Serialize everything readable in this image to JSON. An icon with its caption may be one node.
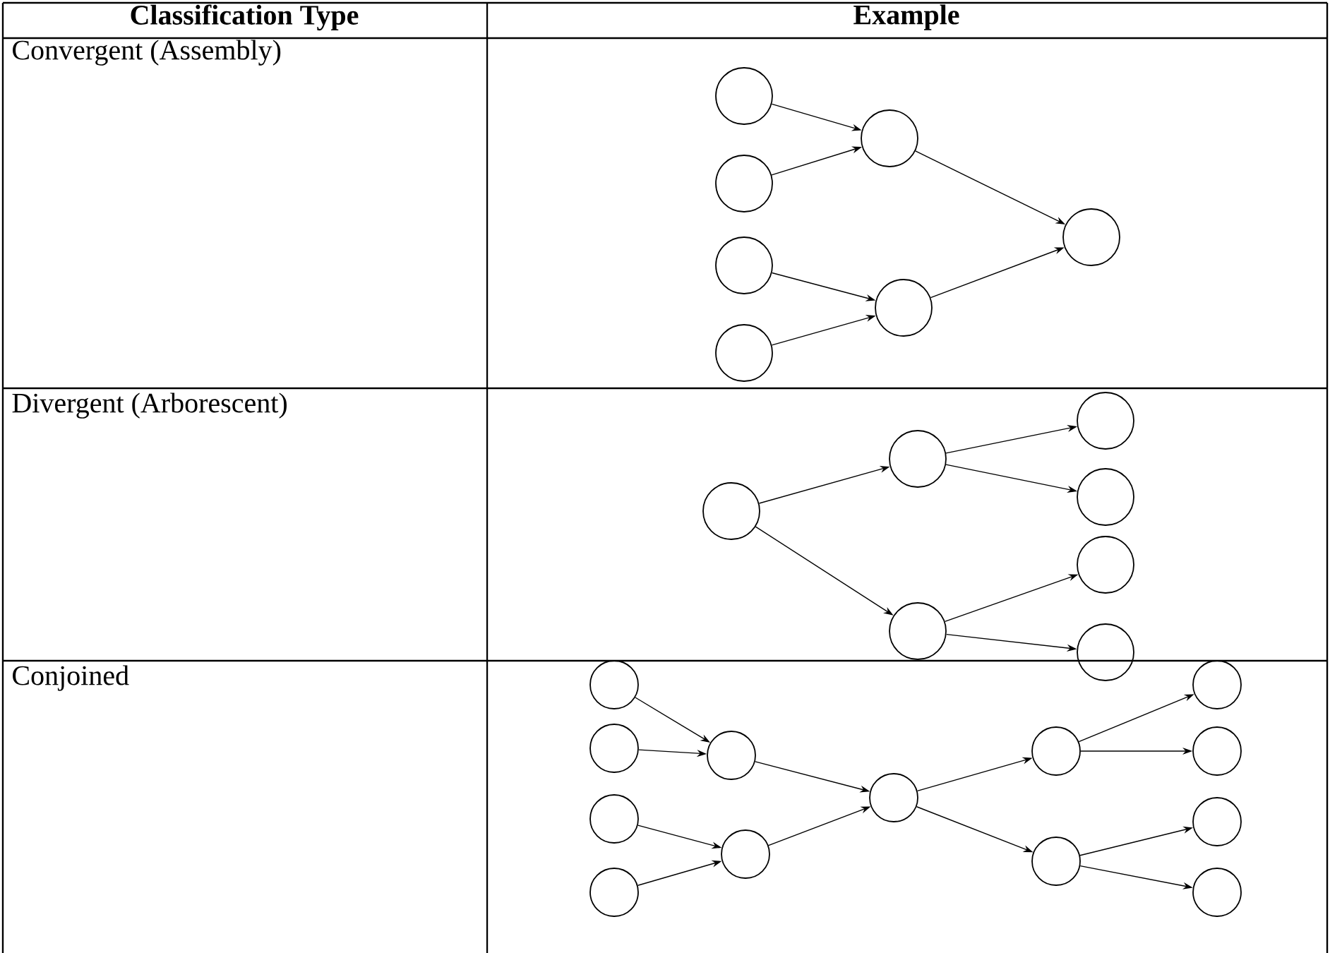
{
  "diagram": {
    "nodes": [
      {
        "text": [],
        "shape": "circle"
      },
      {
        "text": [],
        "shape": "circle"
      },
      {
        "text": [],
        "shape": "circle"
      },
      {
        "text": [],
        "shape": "circle"
      },
      {
        "text": [],
        "shape": "circle"
      },
      {
        "text": [],
        "shape": "circle"
      },
      {
        "text": [],
        "shape": "circle"
      },
      {
        "text": [],
        "shape": "circle"
      },
      {
        "text": [],
        "shape": "circle"
      },
      {
        "text": [],
        "shape": "circle"
      },
      {
        "text": [],
        "shape": "circle"
      },
      {
        "text": [],
        "shape": "circle"
      },
      {
        "text": [],
        "shape": "circle"
      },
      {
        "text": [],
        "shape": "circle"
      },
      {
        "text": [],
        "shape": "circle"
      },
      {
        "text": [],
        "shape": "circle"
      },
      {
        "text": [],
        "shape": "circle"
      },
      {
        "text": [],
        "shape": "circle"
      },
      {
        "text": [],
        "shape": "circle"
      },
      {
        "text": [],
        "shape": "circle"
      },
      {
        "text": [],
        "shape": "circle"
      },
      {
        "text": [],
        "shape": "circle"
      },
      {
        "text": [],
        "shape": "circle"
      },
      {
        "text": [],
        "shape": "circle"
      },
      {
        "text": [],
        "shape": "circle"
      },
      {
        "text": [],
        "shape": "circle"
      },
      {
        "text": [],
        "shape": "circle"
      }
    ],
    "edges": [
      {
        "from": 0,
        "to": 4,
        "arrow": "to"
      },
      {
        "from": 1,
        "to": 4,
        "arrow": "to"
      },
      {
        "from": 2,
        "to": 5,
        "arrow": "to"
      },
      {
        "from": 3,
        "to": 5,
        "arrow": "to"
      },
      {
        "from": 4,
        "to": 6,
        "arrow": "to"
      },
      {
        "from": 5,
        "to": 6,
        "arrow": "to"
      },
      {
        "from": 7,
        "to": 8,
        "arrow": "to"
      },
      {
        "from": 7,
        "to": 9,
        "arrow": "to"
      },
      {
        "from": 8,
        "to": 10,
        "arrow": "to"
      },
      {
        "from": 8,
        "to": 11,
        "arrow": "to"
      },
      {
        "from": 9,
        "to": 12,
        "arrow": "to"
      },
      {
        "from": 9,
        "to": 13,
        "arrow": "to"
      },
      {
        "from": 14,
        "to": 18,
        "arrow": "to"
      },
      {
        "from": 15,
        "to": 18,
        "arrow": "to"
      },
      {
        "from": 16,
        "to": 19,
        "arrow": "to"
      },
      {
        "from": 17,
        "to": 19,
        "arrow": "to"
      },
      {
        "from": 18,
        "to": 20,
        "arrow": "to"
      },
      {
        "from": 19,
        "to": 20,
        "arrow": "to"
      },
      {
        "from": 20,
        "to": 21,
        "arrow": "to"
      },
      {
        "from": 20,
        "to": 22,
        "arrow": "to"
      },
      {
        "from": 21,
        "to": 23,
        "arrow": "to"
      },
      {
        "from": 21,
        "to": 24,
        "arrow": "to"
      },
      {
        "from": 22,
        "to": 25,
        "arrow": "to"
      },
      {
        "from": 22,
        "to": 26,
        "arrow": "to"
      }
    ],
    "labels": [
      "Classification Type",
      "Example",
      "Convergent (Assembly)",
      "Divergent (Arborescent)",
      "Conjoined"
    ]
  }
}
